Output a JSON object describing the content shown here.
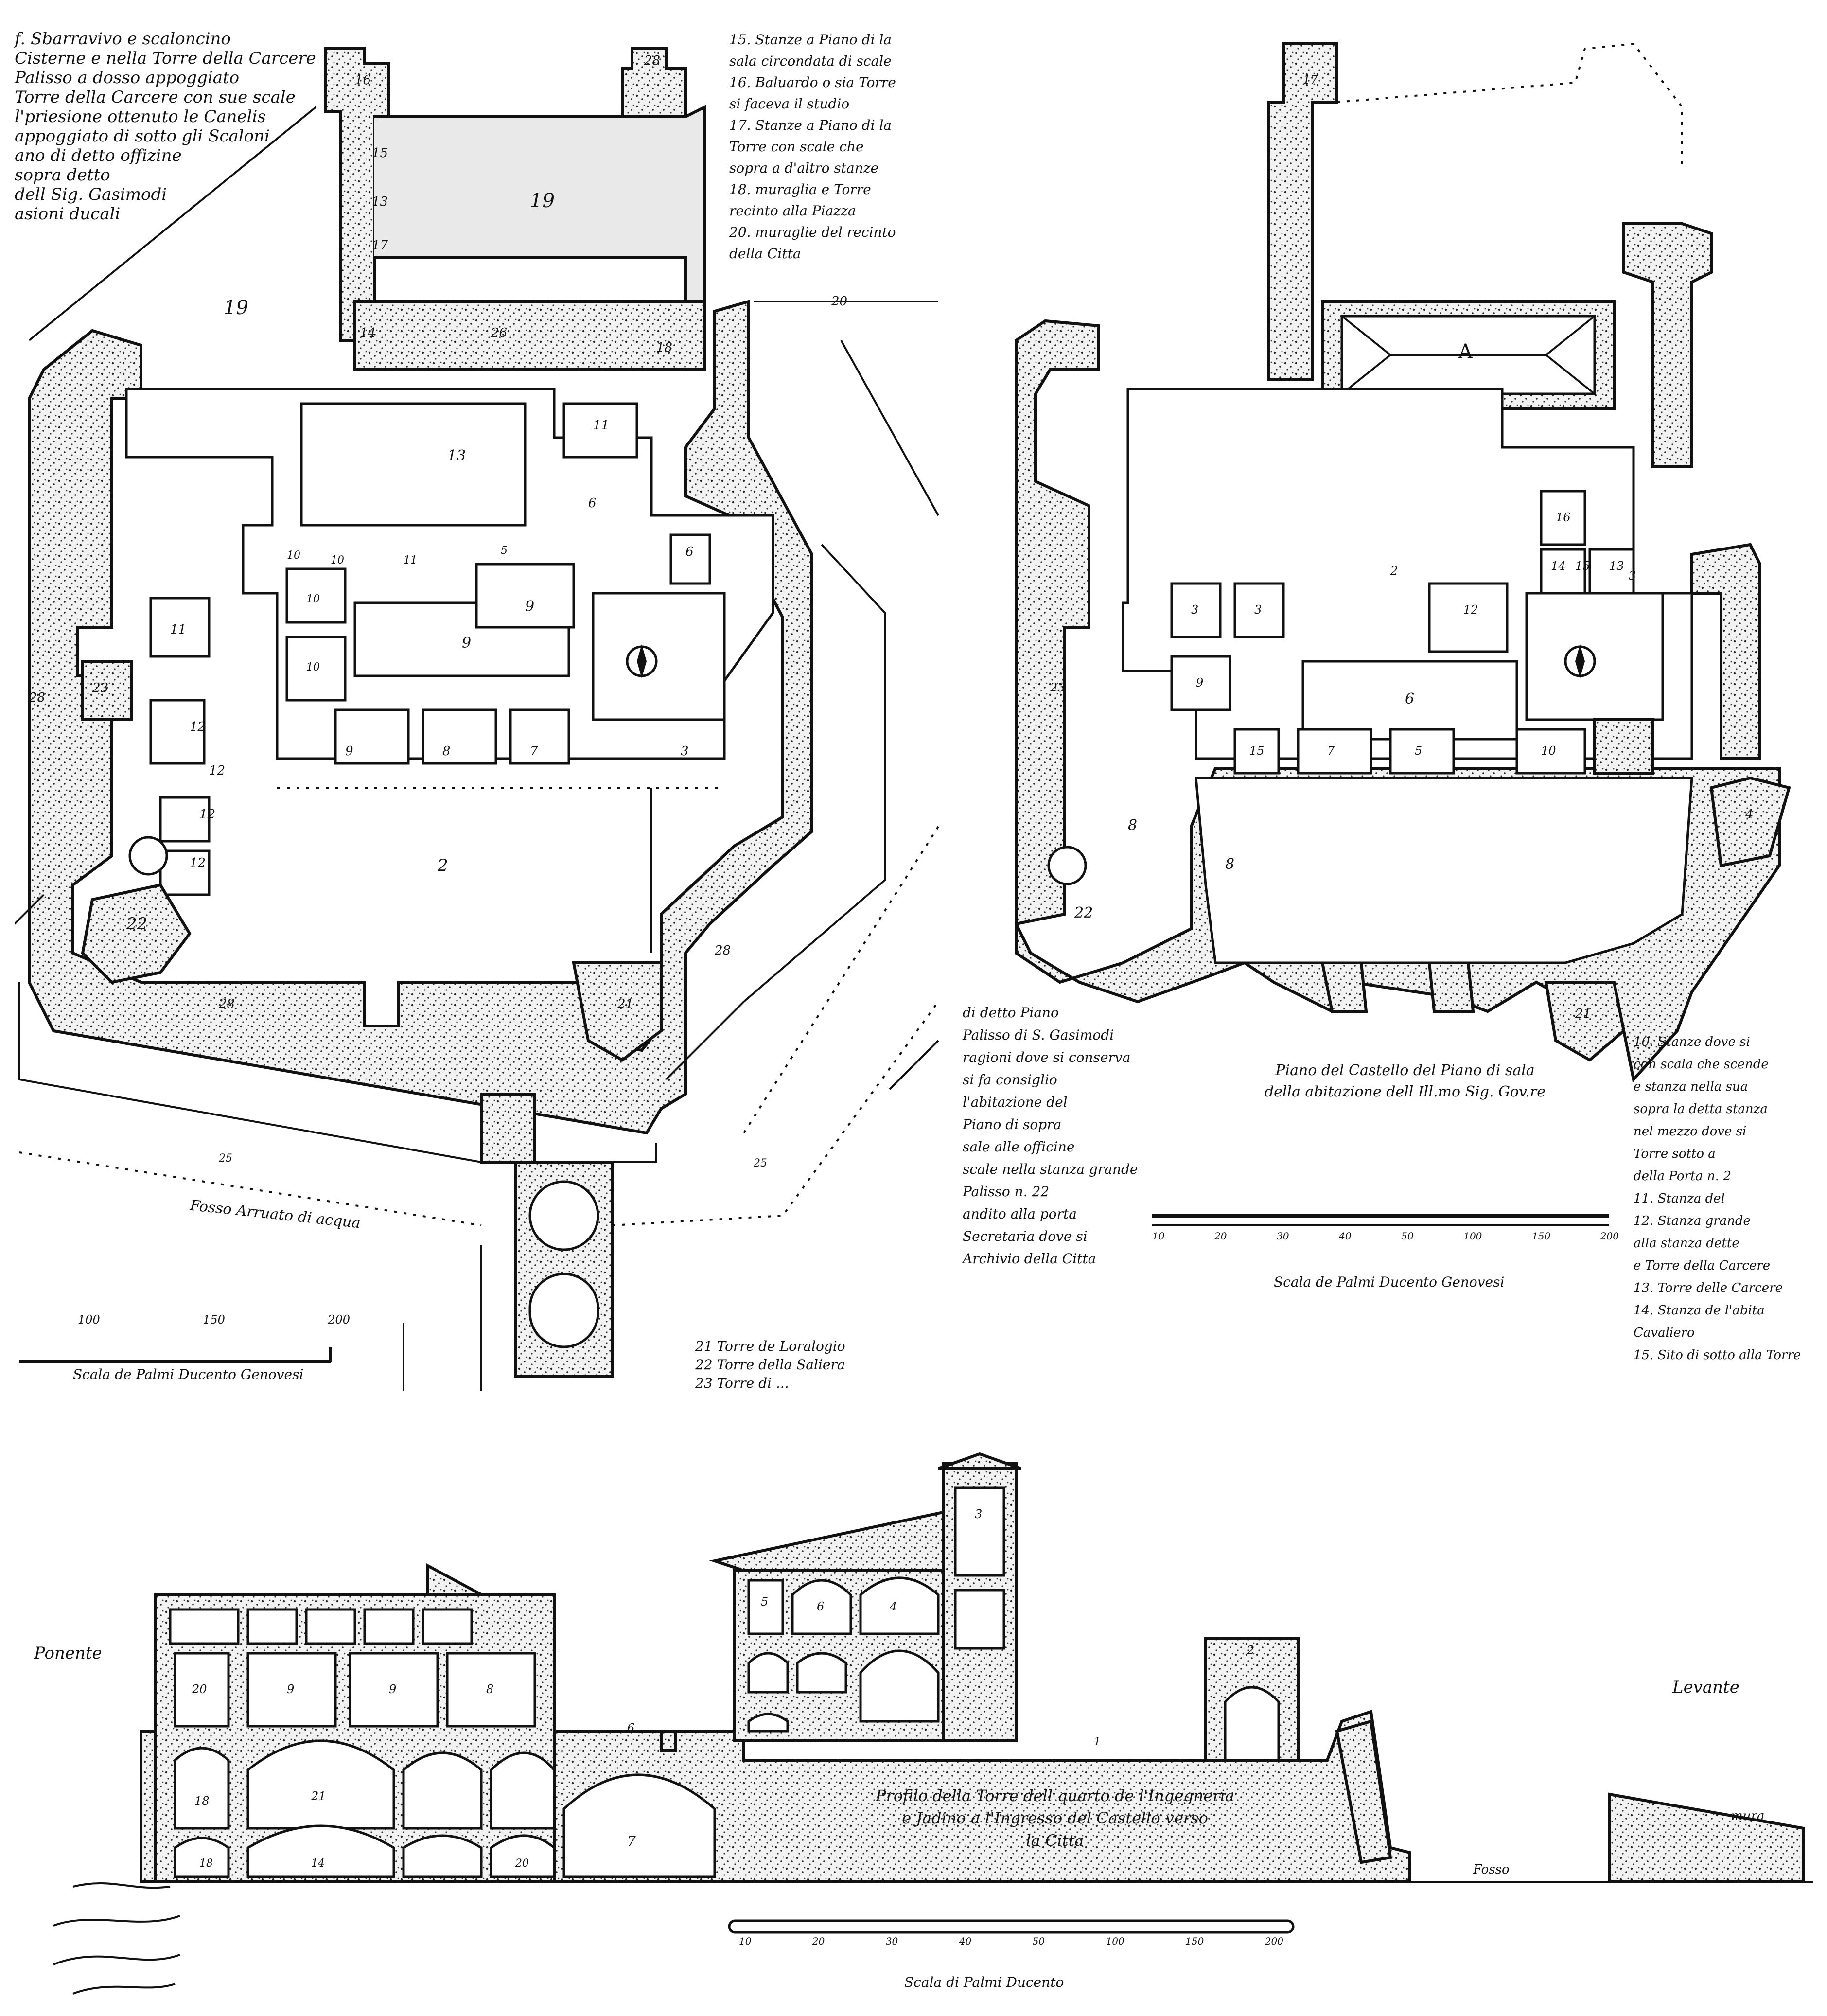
{
  "plan_left": {
    "notes_top_left": [
      "f. Sbarravivo e scaloncino",
      "Cisterne e nella Torre della Carcere",
      "Palisso a dosso appoggiato",
      "Torre della Carcere con sue scale",
      "l'priesione ottenuto le Canelis",
      "appoggiato di sotto gli Scaloni",
      "ano di detto offizine",
      "sopra detto",
      "dell Sig. Gasimodi",
      "asioni ducali"
    ],
    "notes_top_right": [
      "15. Stanze a Piano di la",
      "sala circondata di scale",
      "16. Baluardo o sia Torre",
      "si faceva il studio",
      "17. Stanze a Piano di la",
      "Torre con scale che",
      "sopra a d'altro stanze",
      "18. muraglia e Torre",
      "recinto alla Piazza",
      "20. muraglie del recinto",
      "della Citta"
    ],
    "notes_bottom_right": [
      "21 Torre de Loralogio",
      "22 Torre della Saliera",
      "23 Torre di ..."
    ],
    "moat_label": "Fosso Arruato di acqua",
    "scale_label": "Scala de Palmi Ducento Genovesi",
    "scale_ticks": [
      "100",
      "150",
      "200"
    ],
    "room_numbers": [
      "16",
      "15",
      "13",
      "17",
      "28",
      "19",
      "19",
      "14",
      "26",
      "18",
      "20",
      "11",
      "13",
      "6",
      "6",
      "10",
      "10",
      "11",
      "5",
      "10",
      "10",
      "9",
      "9",
      "11",
      "12",
      "12",
      "12",
      "12",
      "23",
      "28",
      "22",
      "9",
      "8",
      "7",
      "3",
      "2",
      "28",
      "28",
      "21",
      "25",
      "25"
    ]
  },
  "plan_right": {
    "notes_left": [
      "di detto Piano",
      "Palisso di S. Gasimodi",
      "ragioni dove si conserva",
      "si fa consiglio",
      "l'abitazione del",
      "Piano di sopra",
      "sale alle officine",
      "scale nella stanza grande",
      "Palisso n. 22",
      "andito alla porta",
      "Secretaria dove si",
      "Archivio della Citta"
    ],
    "notes_right": [
      "10. Stanze dove si",
      "con scala che scende",
      "e stanza nella sua",
      "sopra la detta stanza",
      "nel mezzo dove si",
      "Torre sotto a",
      "della Porta n. 2",
      "11. Stanza del",
      "12. Stanza grande",
      "alla stanza dette",
      "e Torre della Carcere",
      "13. Torre delle Carcere",
      "14. Stanza de l'abita",
      "Cavaliero",
      "15. Sito di sotto alla Torre"
    ],
    "caption_lines": [
      "Piano del Castello del Piano di sala",
      "della abitazione dell Ill.mo Sig. Gov.re"
    ],
    "scale_label": "Scala de Palmi Ducento Genovesi",
    "scale_ticks": [
      "10",
      "20",
      "30",
      "40",
      "50",
      "100",
      "150",
      "200"
    ],
    "room_label_a": "A",
    "room_numbers": [
      "17",
      "16",
      "15",
      "14",
      "13",
      "3",
      "3",
      "9",
      "6",
      "8",
      "12",
      "2",
      "7",
      "5",
      "10",
      "15",
      "3",
      "23",
      "8",
      "22",
      "21",
      "4"
    ]
  },
  "section": {
    "left_label": "Ponente",
    "right_label": "Levante",
    "caption_lines": [
      "Profilo della Torre dell quarto de l'Ingegneria",
      "e Jadino a l'Ingresso del Castello verso",
      "la Citta"
    ],
    "scale_label": "Scala di Palmi Ducento",
    "scale_ticks": [
      "10",
      "20",
      "30",
      "40",
      "50",
      "100",
      "150",
      "200"
    ],
    "fosso_label": "Fosso",
    "walls_label": "mura",
    "room_numbers": [
      "20",
      "9",
      "9",
      "8",
      "18",
      "21",
      "18",
      "14",
      "20",
      "6",
      "7",
      "5",
      "6",
      "4",
      "3",
      "2",
      "1"
    ]
  }
}
